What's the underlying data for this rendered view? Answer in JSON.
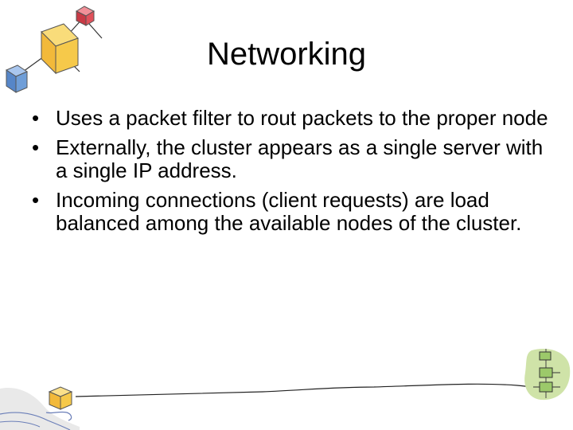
{
  "slide": {
    "title": "Networking",
    "bullet_glyph": "•",
    "bullets": [
      "Uses a packet filter to rout packets to the proper node",
      "Externally, the cluster appears as a single server with a single IP address.",
      "Incoming connections (client requests) are load balanced among the available nodes of the cluster."
    ]
  },
  "decorations": {
    "top_left": "network-nodes-clipart-icon",
    "bottom_left": "hand-holding-cube-clipart-icon",
    "bottom_right": "server-stack-clipart-icon",
    "bottom": "network-cable-line"
  },
  "colors": {
    "cube_yellow": "#f6c94a",
    "cube_blue": "#6f9ed8",
    "cube_red": "#e0505a",
    "green_blob": "#cfe3a8"
  }
}
